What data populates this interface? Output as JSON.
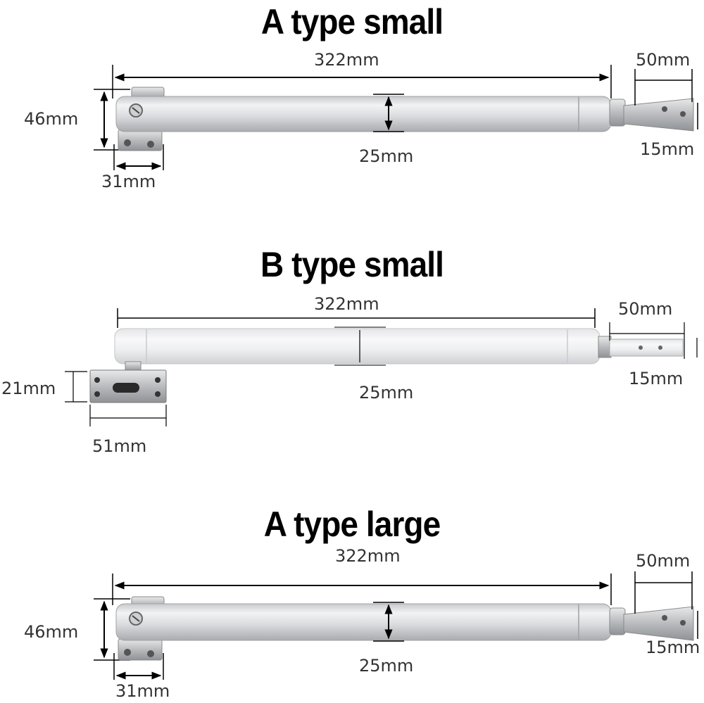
{
  "sections": [
    {
      "title": "A type small",
      "length": "322mm",
      "height": "46mm",
      "tube_diameter": "25mm",
      "bracket_width": "31mm",
      "arm_length": "50mm",
      "arm_width": "15mm"
    },
    {
      "title": "B type small",
      "length": "322mm",
      "tube_diameter": "25mm",
      "arm_length": "50mm",
      "arm_width": "15mm",
      "bracket_height": "21mm",
      "bracket_width": "51mm"
    },
    {
      "title": "A type large",
      "length": "322mm",
      "height": "46mm",
      "tube_diameter": "25mm",
      "bracket_width": "31mm",
      "arm_length": "50mm",
      "arm_width": "15mm"
    }
  ],
  "colors": {
    "tube": "#dcdde0",
    "tube_highlight": "#f4f5f6",
    "tube_shadow": "#b9bbbf",
    "dimension_line": "#000000",
    "label": "#333333"
  }
}
